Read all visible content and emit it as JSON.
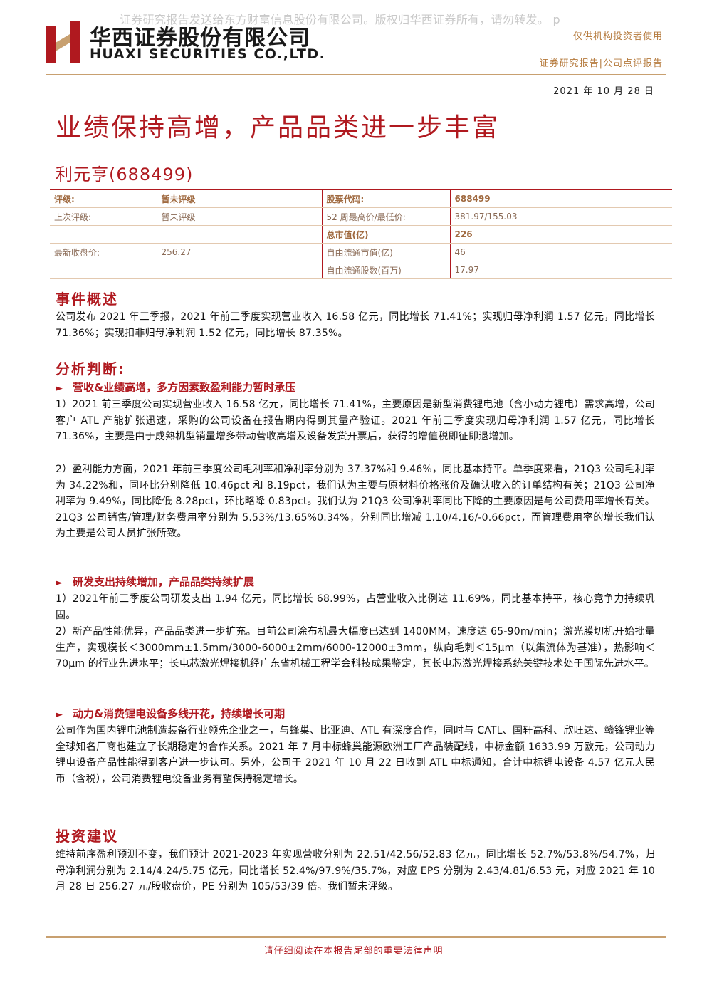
{
  "watermark": "证券研究报告发送给东方财富信息股份有限公司。版权归华西证券所有，请勿转发。 p",
  "header": {
    "company_cn": "华西证券股份有限公司",
    "company_en": "HUAXI SECURITIES CO.,LTD.",
    "audience": "仅供机构投资者使用",
    "report_type": "证券研究报告|公司点评报告",
    "date": "2021 年 10 月 28 日"
  },
  "title": "业绩保持高增，产品品类进一步丰富",
  "stock": "利元亨(688499)",
  "info_table": {
    "rows": [
      [
        "评级:",
        "暂未评级",
        "股票代码:",
        "688499"
      ],
      [
        "上次评级:",
        "暂未评级",
        "52 周最高价/最低价:",
        "381.97/155.03"
      ],
      [
        "",
        "",
        "总市值(亿)",
        "226"
      ],
      [
        "最新收盘价:",
        "256.27",
        "自由流通市值(亿)",
        "46"
      ],
      [
        "",
        "",
        "自由流通股数(百万)",
        "17.97"
      ]
    ]
  },
  "sections": {
    "event_title": "事件概述",
    "event_body": "公司发布 2021 年三季报，2021 年前三季度实现营业收入 16.58 亿元，同比增长 71.41%；实现归母净利润 1.57 亿元，同比增长 71.36%；实现扣非归母净利润 1.52 亿元，同比增长 87.35%。",
    "analysis_title": "分析判断:",
    "sub1_title": "营收&业绩高增，多方因素致盈利能力暂时承压",
    "sub1_p1": "1）2021 前三季度公司实现营业收入 16.58 亿元，同比增长 71.41%，主要原因是新型消费锂电池（含小动力锂电）需求高增，公司客户 ATL 产能扩张迅速，采购的公司设备在报告期内得到其量产验证。2021 年前三季度实现归母净利润 1.57 亿元，同比增长 71.36%，主要是由于成熟机型销量增多带动营收高增及设备发货开票后，获得的增值税即征即退增加。",
    "sub1_p2": "2）盈利能力方面，2021 年前三季度公司毛利率和净利率分别为 37.37%和 9.46%，同比基本持平。单季度来看，21Q3 公司毛利率为 34.22%和，同环比分别降低 10.46pct 和 8.19pct，我们认为主要与原材料价格涨价及确认收入的订单结构有关；21Q3 公司净利率为 9.49%，同比降低 8.28pct，环比略降 0.83pct。我们认为 21Q3 公司净利率同比下降的主要原因是与公司费用率增长有关。21Q3 公司销售/管理/财务费用率分别为 5.53%/13.65%0.34%，分别同比增减 1.10/4.16/-0.66pct，而管理费用率的增长我们认为主要是公司人员扩张所致。",
    "sub2_title": "研发支出持续增加，产品品类持续扩展",
    "sub2_p1": "1）2021年前三季度公司研发支出 1.94 亿元，同比增长 68.99%，占营业收入比例达 11.69%，同比基本持平，核心竞争力持续巩固。",
    "sub2_p2": "2）新产品性能优异，产品品类进一步扩充。目前公司涂布机最大幅度已达到 1400MM，速度达 65-90m/min；激光膜切机开始批量生产，实现模长＜3000mm±1.5mm/3000-6000±2mm/6000-12000±3mm，纵向毛刺＜15μm（以集流体为基准），热影响＜70μm 的行业先进水平；长电芯激光焊接机经广东省机械工程学会科技成果鉴定，其长电芯激光焊接系统关键技术处于国际先进水平。",
    "sub3_title": "动力&消费锂电设备多线开花，持续增长可期",
    "sub3_p1": "公司作为国内锂电池制造装备行业领先企业之一，与蜂巢、比亚迪、ATL 有深度合作，同时与 CATL、国轩高科、欣旺达、赣锋锂业等全球知名厂商也建立了长期稳定的合作关系。2021 年 7 月中标蜂巢能源欧洲工厂产品装配线，中标金额 1633.99 万欧元，公司动力锂电设备产品性能得到客户进一步认可。另外，公司于 2021 年 10 月 22 日收到 ATL 中标通知，合计中标锂电设备 4.57 亿元人民币（含税），公司消费锂电设备业务有望保持稳定增长。",
    "invest_title": "投资建议",
    "invest_body": "维持前序盈利预测不变，我们预计 2021-2023 年实现营收分别为 22.51/42.56/52.83 亿元，同比增长 52.7%/53.8%/54.7%，归母净利润分别为 2.14/4.24/5.75 亿元，同比增长 52.4%/97.9%/35.7%，对应 EPS 分别为 2.43/4.81/6.53 元，对应 2021 年 10 月 28 日 256.27 元/股收盘价，PE 分别为 105/53/39 倍。我们暂未评级。"
  },
  "footer": "请仔细阅读在本报告尾部的重要法律声明",
  "colors": {
    "accent_red": "#b0191f",
    "gold": "#c8a070"
  }
}
